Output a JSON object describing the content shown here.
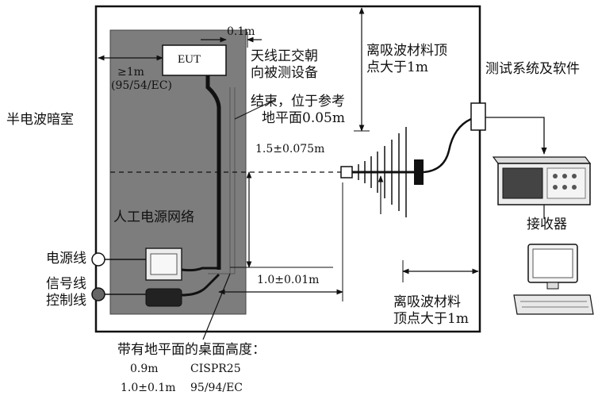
{
  "diagram": {
    "chamber_label": "半电波暗室",
    "eut_label": "EUT",
    "dim_0_1m": "0.1m",
    "dim_ge_1m_line1": "≥1m",
    "dim_ge_1m_line2": "(95/54/EC)",
    "antenna_note_line1": "天线正交朝",
    "antenna_note_line2": "向被测设备",
    "cable_end_line1": "结束，位于参考",
    "cable_end_line2": "地平面0.05m",
    "height_1_5": "1.5±0.075m",
    "lisn_label": "人工电源网络",
    "power_line_label": "电源线",
    "signal_line_label": "信号线",
    "control_line_label": "控制线",
    "dim_1_0m": "1.0±0.01m",
    "absorber_top_line1": "离吸波材料顶",
    "absorber_top_line2": "点大于1m",
    "absorber_bottom_line1": "离吸波材料",
    "absorber_bottom_line2": "顶点大于1m",
    "test_system_label": "测试系统及软件",
    "receiver_label": "接收器",
    "table_height_title": "带有地平面的桌面高度：",
    "table_rows": [
      {
        "value": "0.9m",
        "standard": "CISPR25"
      },
      {
        "value": "1.0±0.1m",
        "standard": "95/94/EC"
      }
    ],
    "colors": {
      "ground_plane": "#7d7d7d",
      "line": "#111111",
      "background": "#ffffff"
    }
  }
}
